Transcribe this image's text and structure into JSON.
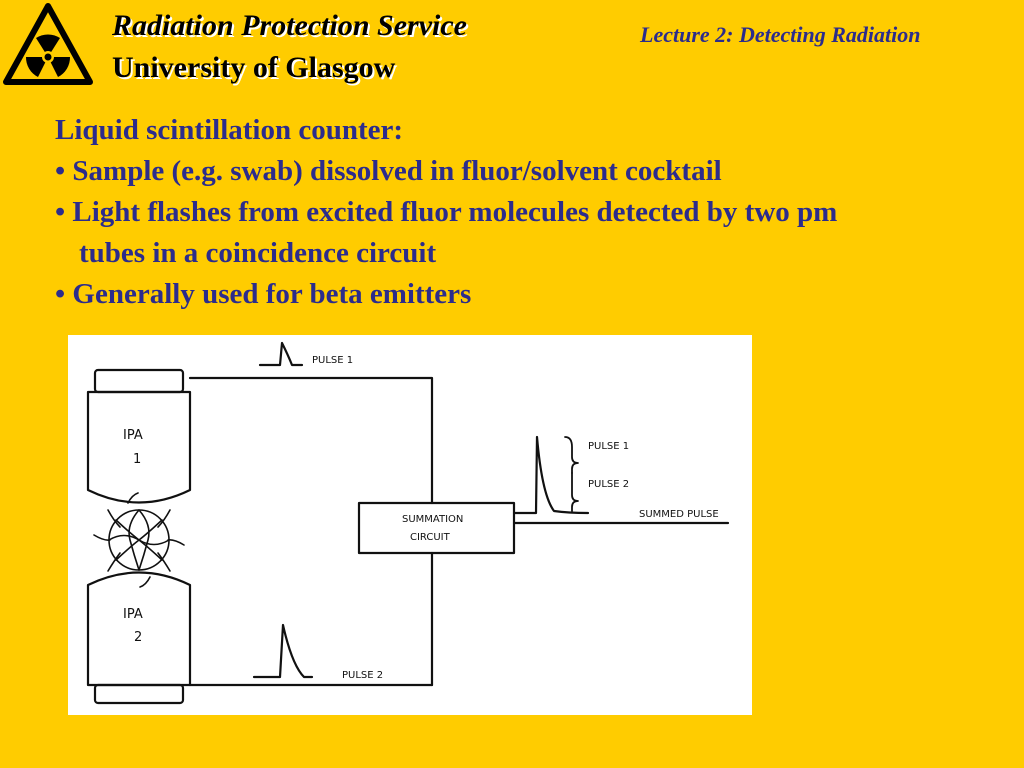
{
  "header": {
    "org_title": "Radiation Protection Service",
    "org_subtitle": "University of Glasgow",
    "lecture_title": "Lecture 2: Detecting Radiation"
  },
  "logo": {
    "icon": "radiation-trefoil-icon",
    "fill_color": "#FFCC00",
    "symbol_color": "#000000"
  },
  "content": {
    "heading": "Liquid scintillation counter:",
    "bullets": {
      "b1": "• Sample (e.g. swab) dissolved in fluor/solvent cocktail",
      "b2_line1": "• Light flashes from excited fluor molecules detected by two pm",
      "b2_line2": "tubes in a coincidence circuit",
      "b3": "• Generally used for beta emitters"
    }
  },
  "diagram": {
    "tube1_label": "IPA",
    "tube1_number": "1",
    "tube2_label": "IPA",
    "tube2_number": "2",
    "pulse1_label": "PULSE 1",
    "pulse2_label": "PULSE 2",
    "summation_line1": "SUMMATION",
    "summation_line2": "CIRCUIT",
    "sum_pulse1_label": "PULSE 1",
    "sum_pulse2_label": "PULSE 2",
    "summed_label": "SUMMED PULSE"
  },
  "colors": {
    "background": "#FFCC00",
    "text_blue": "#2C2C8C",
    "header_text": "#000000"
  }
}
